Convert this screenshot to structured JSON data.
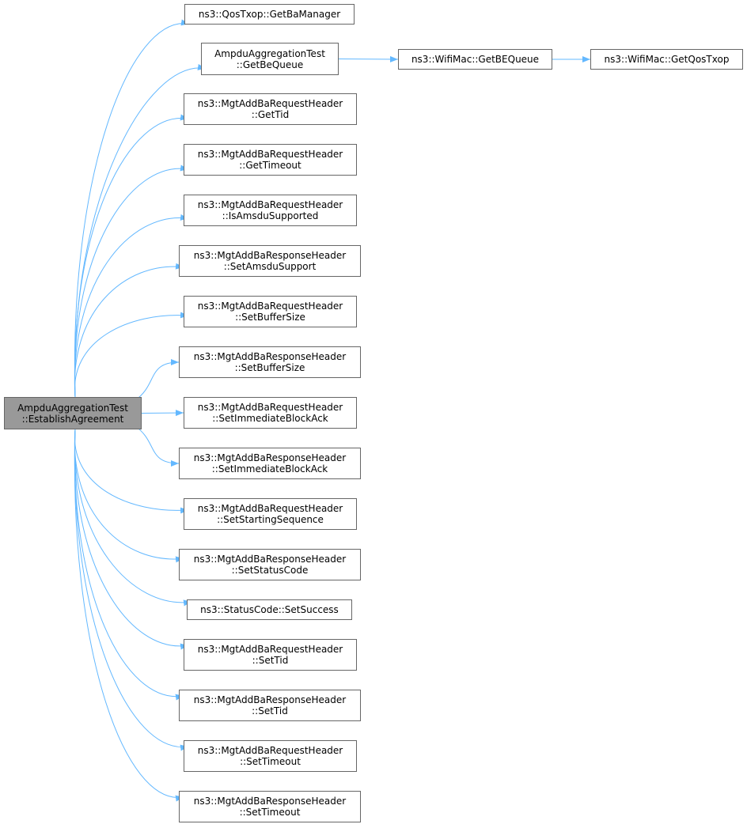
{
  "diagram": {
    "edge_color": "#63b8ff",
    "root": {
      "line1": "AmpduAggregationTest",
      "line2": "::EstablishAgreement",
      "fill": "#999999"
    },
    "nodes": {
      "qos": {
        "line1": "ns3::QosTxop::GetBaManager"
      },
      "beq": {
        "line1": "AmpduAggregationTest",
        "line2": "::GetBeQueue"
      },
      "wbeq": {
        "line1": "ns3::WifiMac::GetBEQueue"
      },
      "wqos": {
        "line1": "ns3::WifiMac::GetQosTxop"
      },
      "c1": {
        "line1": "ns3::MgtAddBaRequestHeader",
        "line2": "::GetTid"
      },
      "c2": {
        "line1": "ns3::MgtAddBaRequestHeader",
        "line2": "::GetTimeout"
      },
      "c3": {
        "line1": "ns3::MgtAddBaRequestHeader",
        "line2": "::IsAmsduSupported"
      },
      "c4": {
        "line1": "ns3::MgtAddBaResponseHeader",
        "line2": "::SetAmsduSupport"
      },
      "c5": {
        "line1": "ns3::MgtAddBaRequestHeader",
        "line2": "::SetBufferSize"
      },
      "c6": {
        "line1": "ns3::MgtAddBaResponseHeader",
        "line2": "::SetBufferSize"
      },
      "c7": {
        "line1": "ns3::MgtAddBaRequestHeader",
        "line2": "::SetImmediateBlockAck"
      },
      "c8": {
        "line1": "ns3::MgtAddBaResponseHeader",
        "line2": "::SetImmediateBlockAck"
      },
      "c9": {
        "line1": "ns3::MgtAddBaRequestHeader",
        "line2": "::SetStartingSequence"
      },
      "c10": {
        "line1": "ns3::MgtAddBaResponseHeader",
        "line2": "::SetStatusCode"
      },
      "succ": {
        "line1": "ns3::StatusCode::SetSuccess"
      },
      "c11": {
        "line1": "ns3::MgtAddBaRequestHeader",
        "line2": "::SetTid"
      },
      "c12": {
        "line1": "ns3::MgtAddBaResponseHeader",
        "line2": "::SetTid"
      },
      "c13": {
        "line1": "ns3::MgtAddBaRequestHeader",
        "line2": "::SetTimeout"
      },
      "c14": {
        "line1": "ns3::MgtAddBaResponseHeader",
        "line2": "::SetTimeout"
      }
    },
    "edges": [
      [
        "root",
        "qos"
      ],
      [
        "root",
        "beq"
      ],
      [
        "root",
        "c1"
      ],
      [
        "root",
        "c2"
      ],
      [
        "root",
        "c3"
      ],
      [
        "root",
        "c4"
      ],
      [
        "root",
        "c5"
      ],
      [
        "root",
        "c6"
      ],
      [
        "root",
        "c7"
      ],
      [
        "root",
        "c8"
      ],
      [
        "root",
        "c9"
      ],
      [
        "root",
        "c10"
      ],
      [
        "root",
        "succ"
      ],
      [
        "root",
        "c11"
      ],
      [
        "root",
        "c12"
      ],
      [
        "root",
        "c13"
      ],
      [
        "root",
        "c14"
      ],
      [
        "beq",
        "wbeq"
      ],
      [
        "wbeq",
        "wqos"
      ]
    ]
  }
}
